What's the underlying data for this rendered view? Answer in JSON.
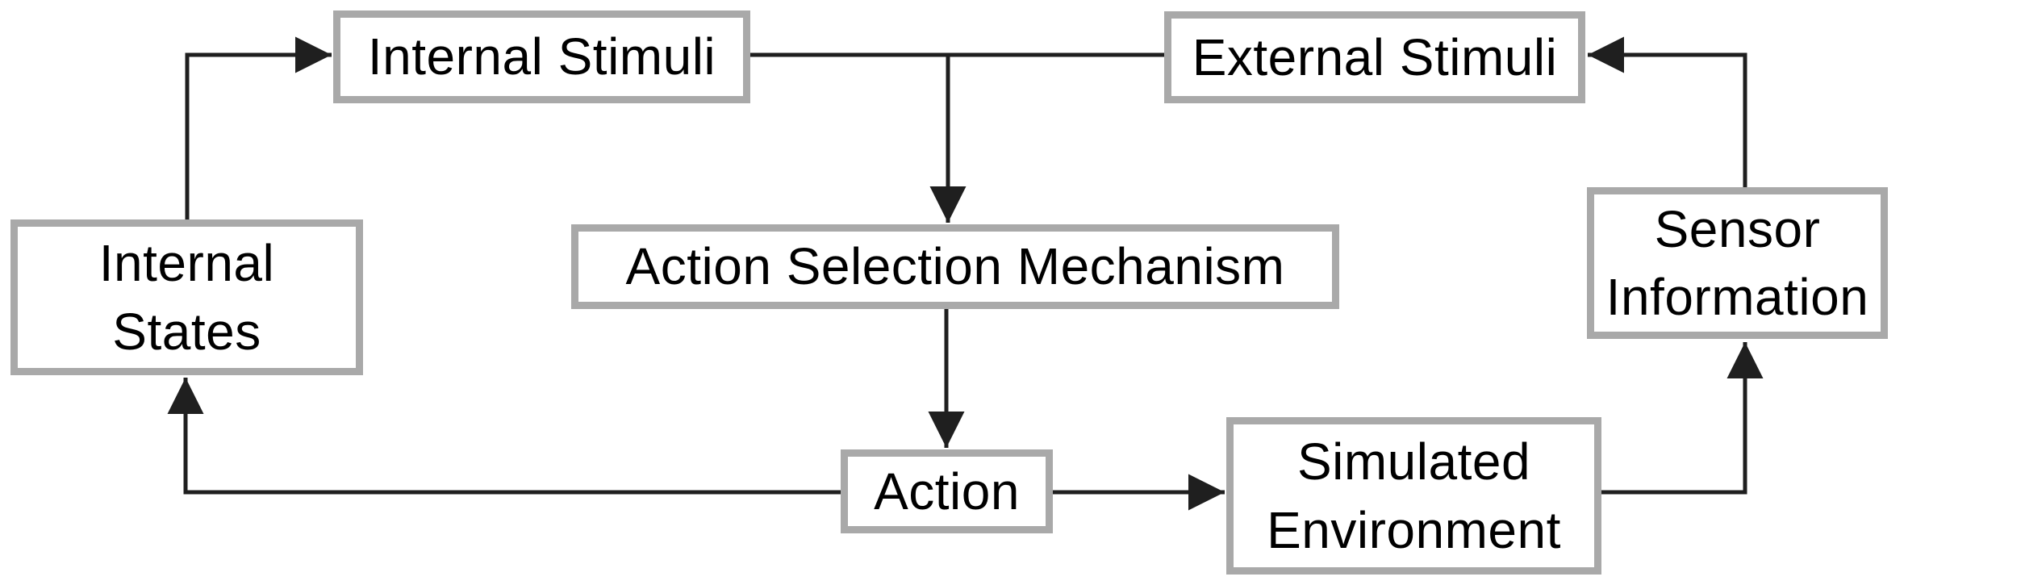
{
  "diagram": {
    "title": "Action Selection Mechanism feedback-loop diagram",
    "colors": {
      "background": "#ffffff",
      "box_fill": "#ffffff",
      "box_border": "#a9a9a9",
      "connector_line": "#1f1f1f",
      "text": "#000000"
    },
    "nodes": {
      "internal_stimuli": {
        "label": "Internal Stimuli"
      },
      "external_stimuli": {
        "label": "External Stimuli"
      },
      "internal_states": {
        "label": "Internal\nStates"
      },
      "action_selection_mechanism": {
        "label": "Action Selection Mechanism"
      },
      "action": {
        "label": "Action"
      },
      "simulated_environment": {
        "label": "Simulated\nEnvironment"
      },
      "sensor_information": {
        "label": "Sensor\nInformation"
      }
    },
    "edges": [
      {
        "from": "Internal States",
        "to": "Internal Stimuli"
      },
      {
        "from": "Internal Stimuli",
        "to": "Action Selection Mechanism"
      },
      {
        "from": "External Stimuli",
        "to": "Action Selection Mechanism"
      },
      {
        "from": "Sensor Information",
        "to": "External Stimuli"
      },
      {
        "from": "Action Selection Mechanism",
        "to": "Action"
      },
      {
        "from": "Action",
        "to": "Simulated Environment"
      },
      {
        "from": "Action",
        "to": "Internal States"
      },
      {
        "from": "Simulated Environment",
        "to": "Sensor Information"
      }
    ]
  }
}
